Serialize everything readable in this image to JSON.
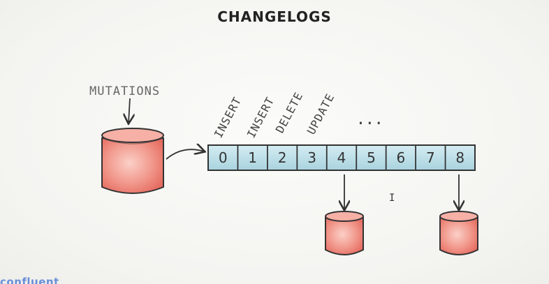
{
  "title": "CHANGELOGS",
  "source_label": "MUTATIONS",
  "operations": [
    "INSERT",
    "INSERT",
    "DELETE",
    "UPDATE"
  ],
  "log_offsets": [
    "0",
    "1",
    "2",
    "3",
    "4",
    "5",
    "6",
    "7",
    "8"
  ],
  "ellipsis": "...",
  "cursor_glyph": "I",
  "brand_text": "confluent",
  "colors": {
    "database_fill": "#f08a80",
    "log_fill": "#b9dce6",
    "ink": "#333333"
  }
}
